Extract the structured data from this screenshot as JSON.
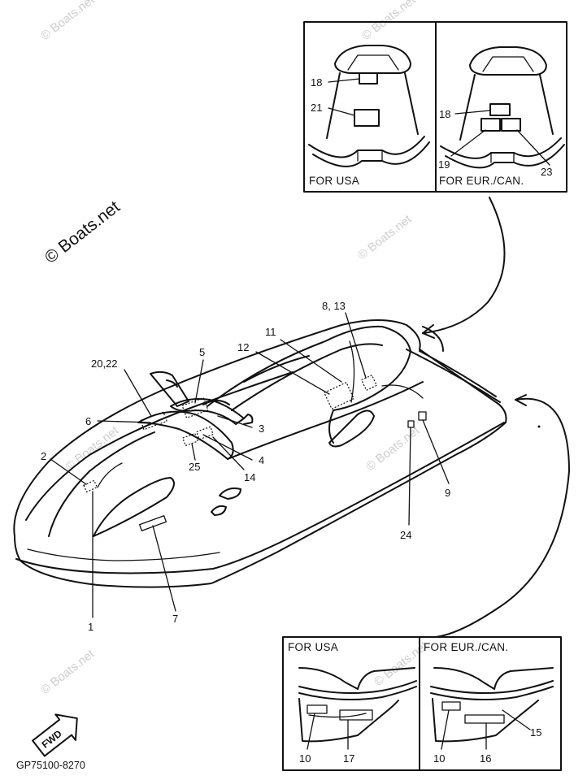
{
  "insets": {
    "top": {
      "left_title": "FOR USA",
      "right_title": "FOR EUR./CAN."
    },
    "bottom": {
      "left_title": "FOR USA",
      "right_title": "FOR EUR./CAN."
    }
  },
  "callouts": {
    "c1": "1",
    "c2": "2",
    "c3": "3",
    "c4": "4",
    "c5": "5",
    "c6": "6",
    "c7": "7",
    "c8_13": "8, 13",
    "c9": "9",
    "c10a": "10",
    "c10b": "10",
    "c11": "11",
    "c12": "12",
    "c14": "14",
    "c15": "15",
    "c16": "16",
    "c17": "17",
    "c18a": "18",
    "c18b": "18",
    "c19": "19",
    "c20_22": "20,22",
    "c21": "21",
    "c23": "23",
    "c24": "24",
    "c25": "25"
  },
  "watermark": {
    "text": "© Boats.net"
  },
  "part_code": "GP75100-8270",
  "fwd_badge": "FWD"
}
